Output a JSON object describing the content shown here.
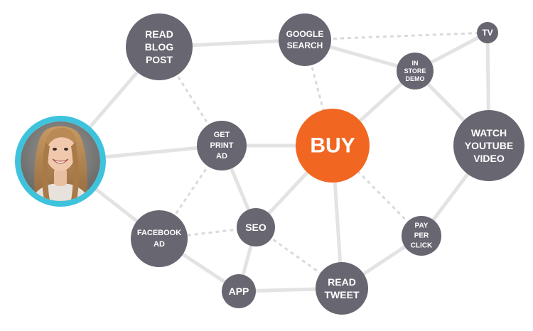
{
  "colors": {
    "node": "#676671",
    "accent_node": "#f16722",
    "avatar_ring": "#3ec3dd",
    "edge": "#e3e3e3",
    "label": "#ffffff"
  },
  "avatar": {
    "icon": "person-photo-icon"
  },
  "nodes": [
    {
      "id": "read-blog-post",
      "lines": [
        "READ",
        "BLOG",
        "POST"
      ]
    },
    {
      "id": "google-search",
      "lines": [
        "GOOGLE",
        "SEARCH"
      ]
    },
    {
      "id": "tv",
      "lines": [
        "TV"
      ]
    },
    {
      "id": "in-store-demo",
      "lines": [
        "IN",
        "STORE",
        "DEMO"
      ]
    },
    {
      "id": "get-print-ad",
      "lines": [
        "GET",
        "PRINT",
        "AD"
      ]
    },
    {
      "id": "buy",
      "lines": [
        "BUY"
      ]
    },
    {
      "id": "watch-youtube-video",
      "lines": [
        "WATCH",
        "YOUTUBE",
        "VIDEO"
      ]
    },
    {
      "id": "facebook-ad",
      "lines": [
        "FACEBOOK",
        "AD"
      ]
    },
    {
      "id": "seo",
      "lines": [
        "SEO"
      ]
    },
    {
      "id": "pay-per-click",
      "lines": [
        "PAY",
        "PER",
        "CLICK"
      ]
    },
    {
      "id": "app",
      "lines": [
        "APP"
      ]
    },
    {
      "id": "read-tweet",
      "lines": [
        "READ",
        "TWEET"
      ]
    }
  ],
  "edges": [
    {
      "from": "avatar",
      "to": "read-blog-post",
      "style": "solid"
    },
    {
      "from": "avatar",
      "to": "get-print-ad",
      "style": "solid"
    },
    {
      "from": "avatar",
      "to": "facebook-ad",
      "style": "solid"
    },
    {
      "from": "read-blog-post",
      "to": "google-search",
      "style": "solid"
    },
    {
      "from": "read-blog-post",
      "to": "get-print-ad",
      "style": "dashed"
    },
    {
      "from": "google-search",
      "to": "tv",
      "style": "dashed"
    },
    {
      "from": "google-search",
      "to": "in-store-demo",
      "style": "solid"
    },
    {
      "from": "google-search",
      "to": "buy",
      "style": "dashed"
    },
    {
      "from": "tv",
      "to": "in-store-demo",
      "style": "solid"
    },
    {
      "from": "tv",
      "to": "watch-youtube-video",
      "style": "solid"
    },
    {
      "from": "in-store-demo",
      "to": "buy",
      "style": "solid"
    },
    {
      "from": "in-store-demo",
      "to": "watch-youtube-video",
      "style": "solid"
    },
    {
      "from": "get-print-ad",
      "to": "buy",
      "style": "solid"
    },
    {
      "from": "get-print-ad",
      "to": "seo",
      "style": "solid"
    },
    {
      "from": "get-print-ad",
      "to": "facebook-ad",
      "style": "dashed"
    },
    {
      "from": "buy",
      "to": "seo",
      "style": "solid"
    },
    {
      "from": "buy",
      "to": "read-tweet",
      "style": "solid"
    },
    {
      "from": "buy",
      "to": "pay-per-click",
      "style": "dashed"
    },
    {
      "from": "watch-youtube-video",
      "to": "pay-per-click",
      "style": "solid"
    },
    {
      "from": "facebook-ad",
      "to": "seo",
      "style": "dashed"
    },
    {
      "from": "facebook-ad",
      "to": "app",
      "style": "solid"
    },
    {
      "from": "seo",
      "to": "app",
      "style": "solid"
    },
    {
      "from": "seo",
      "to": "read-tweet",
      "style": "dashed"
    },
    {
      "from": "app",
      "to": "read-tweet",
      "style": "solid"
    },
    {
      "from": "pay-per-click",
      "to": "read-tweet",
      "style": "solid"
    }
  ]
}
